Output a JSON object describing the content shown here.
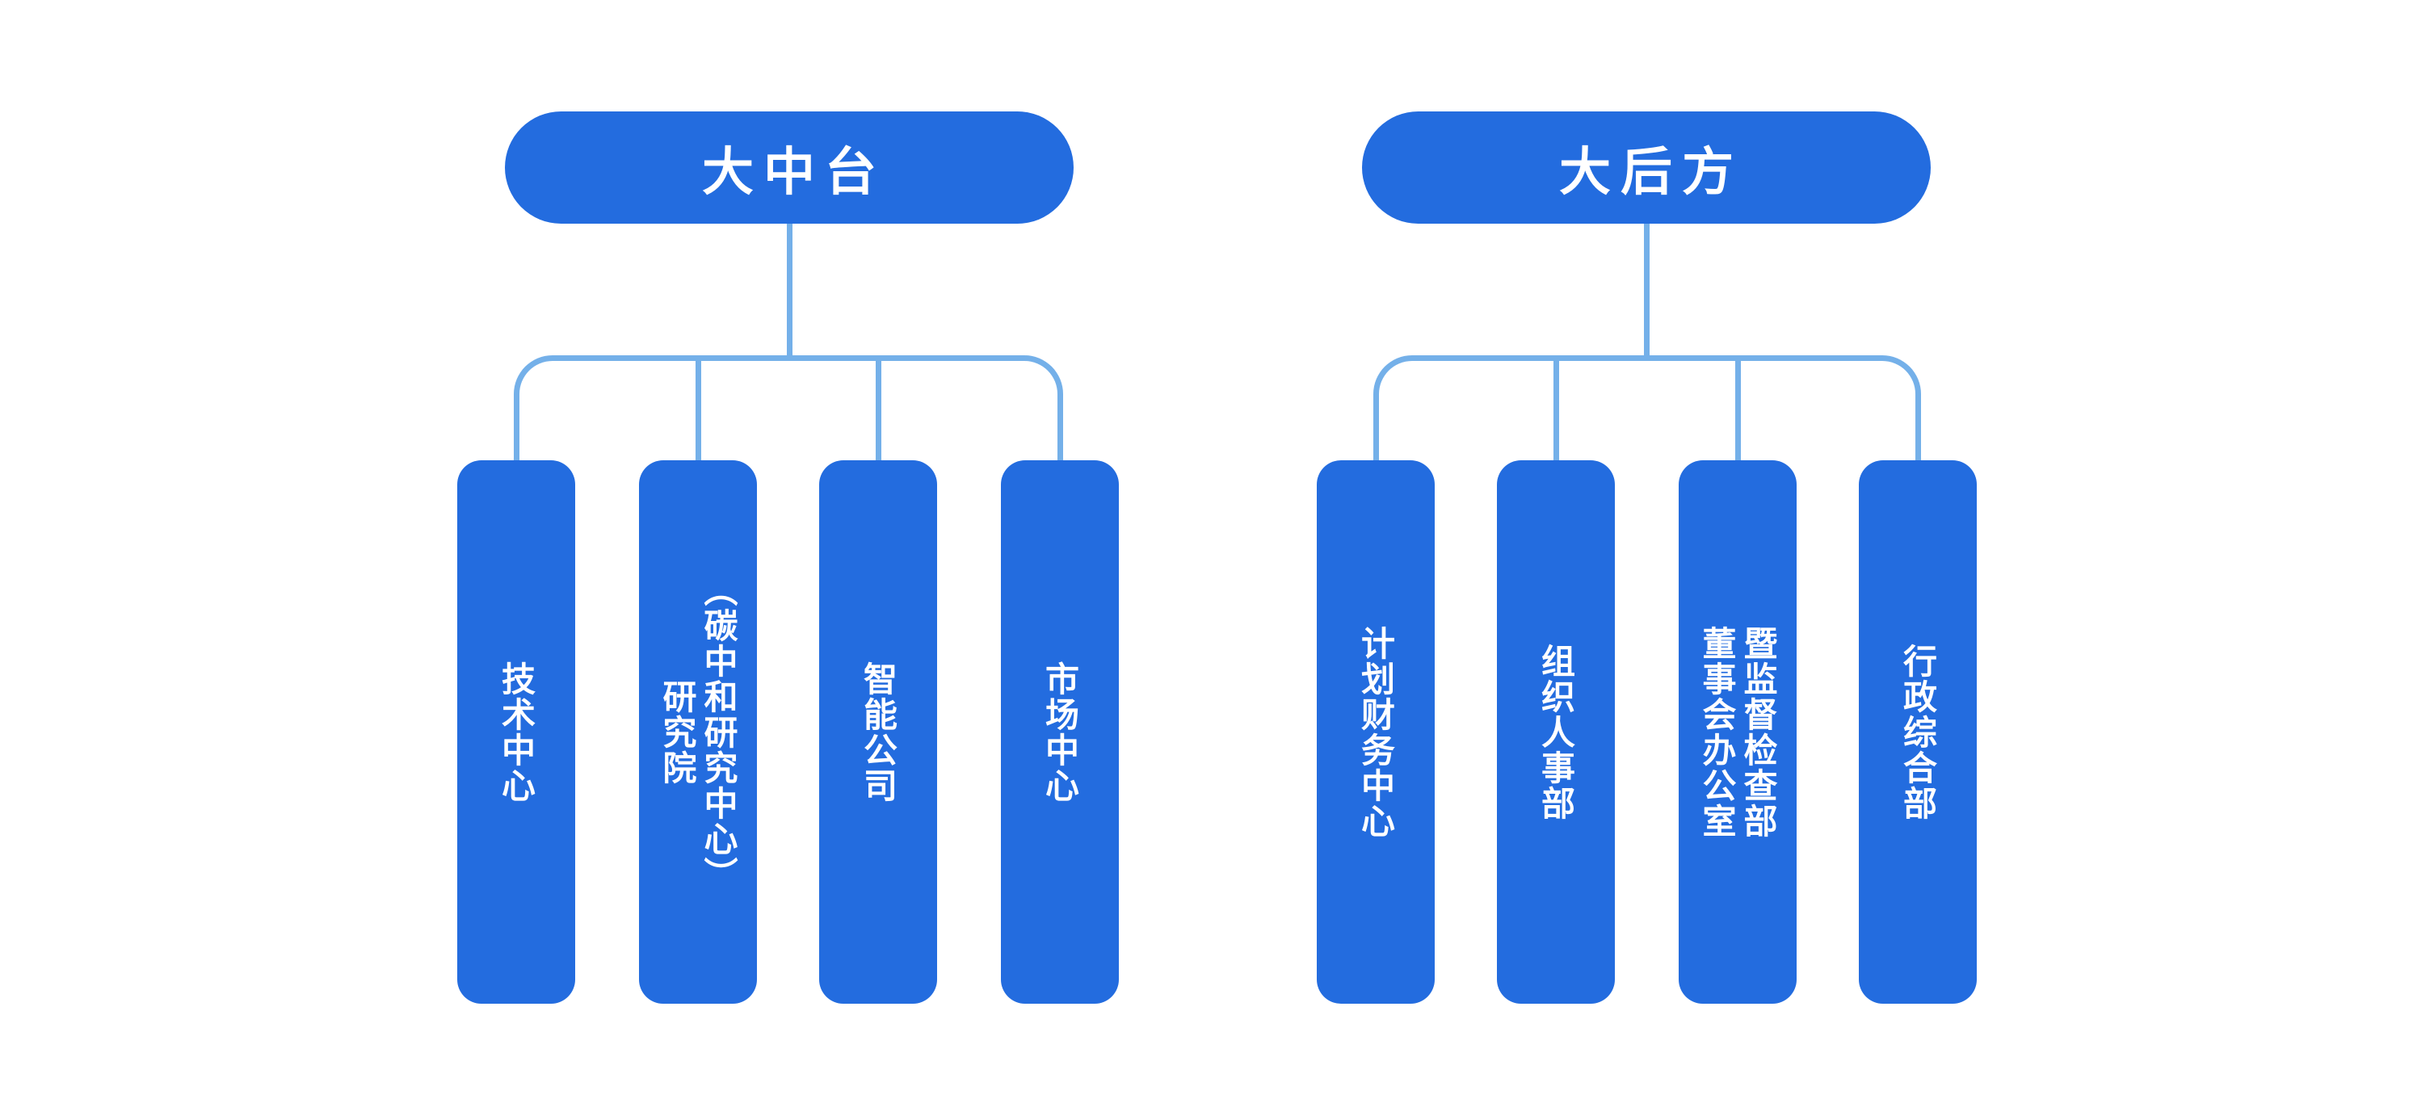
{
  "colors": {
    "node_fill": "#236CDF",
    "node_text": "#FFFFFF",
    "connector": "#74B0E9",
    "background": "#FFFFFF"
  },
  "groups": [
    {
      "id": "dazhongtai",
      "parent": {
        "label": "大中台"
      },
      "children": [
        {
          "label": "技术中心",
          "lines": [
            "技术中心"
          ]
        },
        {
          "label": "研究院（碳中和研究中心）",
          "lines": [
            "研究院",
            "（碳中和研究中心）"
          ]
        },
        {
          "label": "智能公司",
          "lines": [
            "智能公司"
          ]
        },
        {
          "label": "市场中心",
          "lines": [
            "市场中心"
          ]
        }
      ]
    },
    {
      "id": "dahoufang",
      "parent": {
        "label": "大后方"
      },
      "children": [
        {
          "label": "计划财务中心",
          "lines": [
            "计划财务中心"
          ]
        },
        {
          "label": "组织人事部",
          "lines": [
            "组织人事部"
          ]
        },
        {
          "label": "董事会办公室暨监督检查部",
          "lines": [
            "董事会办公室",
            "暨监督检查部"
          ]
        },
        {
          "label": "行政综合部",
          "lines": [
            "行政综合部"
          ]
        }
      ]
    }
  ]
}
